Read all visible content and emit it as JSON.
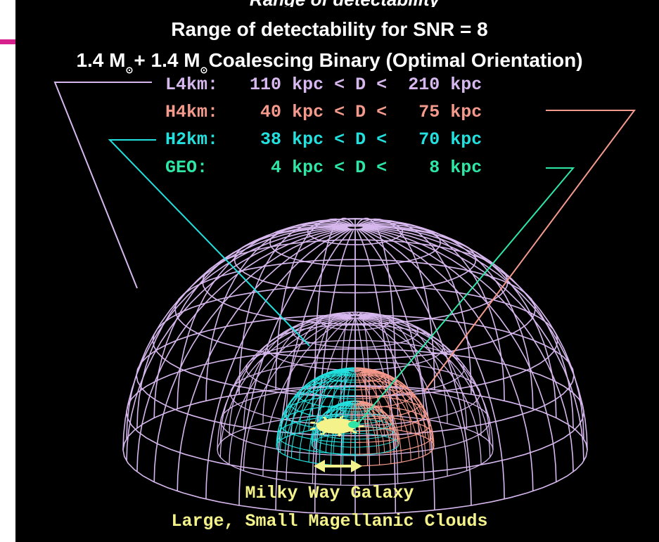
{
  "header_cutoff": "Range of detectability",
  "title": "Range of detectability for SNR = 8",
  "subtitle": {
    "part1": "1.4 M",
    "part2": "+ 1.4 M",
    "part3": "Coalescing Binary (Optimal Orientation)",
    "sun_symbol": "⊙"
  },
  "detectors": [
    {
      "name": "L4km:",
      "min": "110",
      "max": "210",
      "unit": "kpc",
      "lt": "<",
      "d": "D",
      "color": "#d7b8ee"
    },
    {
      "name": "H4km:",
      "min": "40",
      "max": "75",
      "unit": "kpc",
      "lt": "<",
      "d": "D",
      "color": "#f49a8c"
    },
    {
      "name": "H2km:",
      "min": "38",
      "max": "70",
      "unit": "kpc",
      "lt": "<",
      "d": "D",
      "color": "#22e0de"
    },
    {
      "name": "GEO:",
      "min": "4",
      "max": "8",
      "unit": "kpc",
      "lt": "<",
      "d": "D",
      "color": "#2ee6a6"
    }
  ],
  "captions": {
    "line1": "Milky Way Galaxy",
    "line2": "Large, Small Magellanic Clouds"
  },
  "colors": {
    "background": "#000000",
    "l4km_wire": "#d7b8ee",
    "h4km_wire": "#f49a8c",
    "h2km_wire": "#22e0de",
    "geo_leader": "#2ee6a6",
    "galaxy": "#f4f28a",
    "accent_bar": "#d6218c"
  }
}
